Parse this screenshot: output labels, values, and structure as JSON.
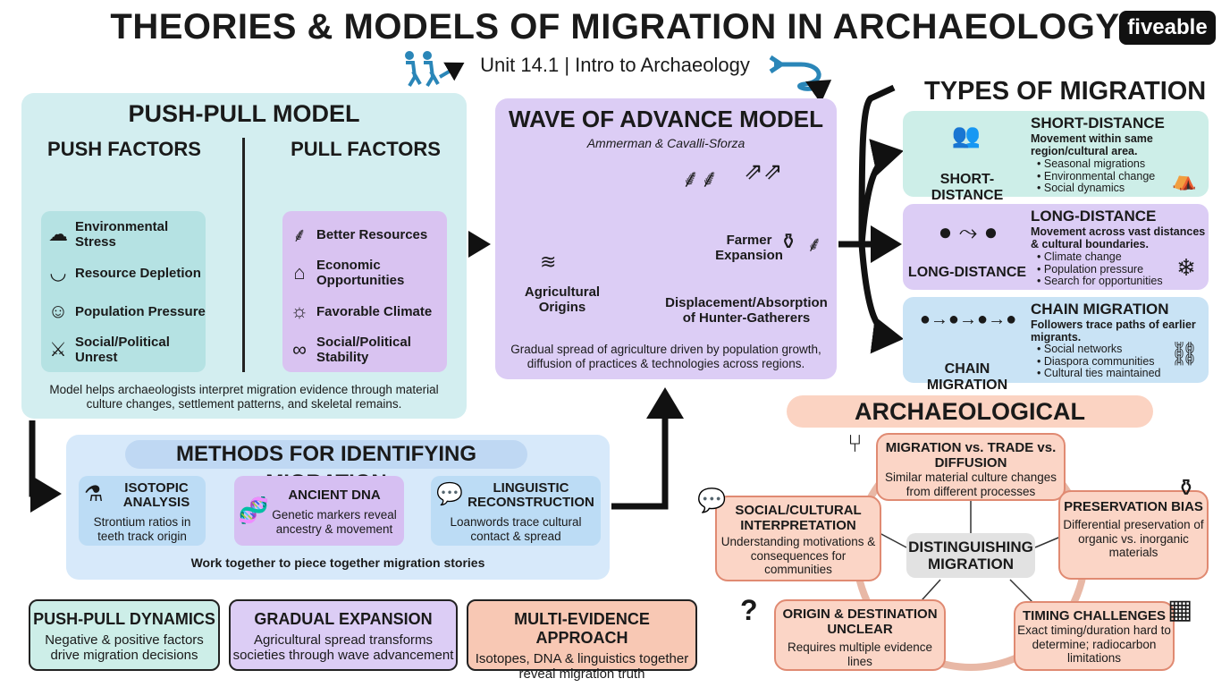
{
  "title": "THEORIES & MODELS OF MIGRATION IN ARCHAEOLOGY",
  "subtitle": "Unit 14.1 | Intro to Archaeology",
  "logo": "fiveable",
  "push_pull": {
    "title": "PUSH-PULL MODEL",
    "push_heading": "PUSH FACTORS",
    "pull_heading": "PULL FACTORS",
    "push_factors": [
      {
        "label": "Environmental Stress",
        "icon": "storm-cloud-icon"
      },
      {
        "label": "Resource Depletion",
        "icon": "empty-bowl-icon"
      },
      {
        "label": "Population Pressure",
        "icon": "people-group-icon"
      },
      {
        "label": "Social/Political Unrest",
        "icon": "crossed-swords-icon"
      }
    ],
    "pull_factors": [
      {
        "label": "Better Resources",
        "icon": "wheat-icon"
      },
      {
        "label": "Economic Opportunities",
        "icon": "market-stall-icon"
      },
      {
        "label": "Favorable Climate",
        "icon": "sun-icon"
      },
      {
        "label": "Social/Political Stability",
        "icon": "handshake-icon"
      }
    ],
    "note": "Model helps archaeologists interpret migration evidence through material culture changes, settlement patterns, and skeletal remains."
  },
  "wave": {
    "title": "WAVE OF ADVANCE MODEL",
    "subtitle": "Ammerman & Cavalli-Sforza",
    "origin_label": "Agricultural Origins",
    "farmer_label": "Farmer Expansion",
    "displacement_label": "Displacement/Absorption of Hunter-Gatherers",
    "note": "Gradual spread of agriculture driven by population growth, diffusion of practices & technologies across regions."
  },
  "types": {
    "title": "TYPES OF MIGRATION",
    "items": [
      {
        "name": "SHORT-DISTANCE",
        "heading": "SHORT-DISTANCE",
        "desc": "Movement within same region/cultural area.",
        "bullets": [
          "Seasonal migrations",
          "Environmental change",
          "Social dynamics"
        ],
        "icon": "people-cycle-icon",
        "icon2": "tent-icon"
      },
      {
        "name": "LONG-DISTANCE",
        "heading": "LONG-DISTANCE",
        "desc": "Movement across vast distances & cultural boundaries.",
        "bullets": [
          "Climate change",
          "Population pressure",
          "Search for opportunities"
        ],
        "icon": "long-path-icon",
        "icon2": "snowflake-icon"
      },
      {
        "name": "CHAIN MIGRATION",
        "heading": "CHAIN MIGRATION",
        "desc": "Followers trace paths of earlier migrants.",
        "bullets": [
          "Social networks",
          "Diaspora communities",
          "Cultural ties maintained"
        ],
        "icon": "chain-people-icon",
        "icon2": "chain-link-icon"
      }
    ]
  },
  "methods": {
    "title": "METHODS FOR IDENTIFYING MIGRATION",
    "items": [
      {
        "heading": "ISOTOPIC ANALYSIS",
        "desc": "Strontium ratios in teeth track origin",
        "icon": "flask-icon"
      },
      {
        "heading": "ANCIENT DNA",
        "desc": "Genetic markers reveal ancestry & movement",
        "icon": "dna-icon"
      },
      {
        "heading": "LINGUISTIC RECONSTRUCTION",
        "desc": "Loanwords trace cultural contact & spread",
        "icon": "speech-bubble-icon"
      }
    ],
    "note": "Work together to piece together migration stories"
  },
  "summary": [
    {
      "heading": "PUSH-PULL DYNAMICS",
      "desc": "Negative & positive factors drive migration decisions"
    },
    {
      "heading": "GRADUAL EXPANSION",
      "desc": "Agricultural spread transforms societies through wave advancement"
    },
    {
      "heading": "MULTI-EVIDENCE APPROACH",
      "desc": "Isotopes, DNA & linguistics together reveal migration truth"
    }
  ],
  "challenges": {
    "title": "ARCHAEOLOGICAL CHALLENGES",
    "center": "DISTINGUISHING MIGRATION",
    "items": [
      {
        "heading": "MIGRATION vs. TRADE vs. DIFFUSION",
        "desc": "Similar material culture changes from different processes",
        "icon": "split-arrow-icon"
      },
      {
        "heading": "PRESERVATION BIAS",
        "desc": "Differential preservation of organic vs. inorganic materials",
        "icon": "broken-pot-icon"
      },
      {
        "heading": "TIMING CHALLENGES",
        "desc": "Exact timing/duration hard to determine; radiocarbon limitations",
        "icon": "calendar-icon"
      },
      {
        "heading": "ORIGIN & DESTINATION UNCLEAR",
        "desc": "Requires multiple evidence lines",
        "icon": "question-map-icon"
      },
      {
        "heading": "SOCIAL/CULTURAL INTERPRETATION",
        "desc": "Understanding motivations & consequences for communities",
        "icon": "discussion-people-icon"
      }
    ]
  },
  "colors": {
    "teal_panel": "#d3eef0",
    "purple_panel": "#dccdf5",
    "blue_panel": "#d7e9fa",
    "salmon_panel": "#fbd5c6",
    "arrow": "#111111",
    "accent_blue": "#2a86b8"
  }
}
